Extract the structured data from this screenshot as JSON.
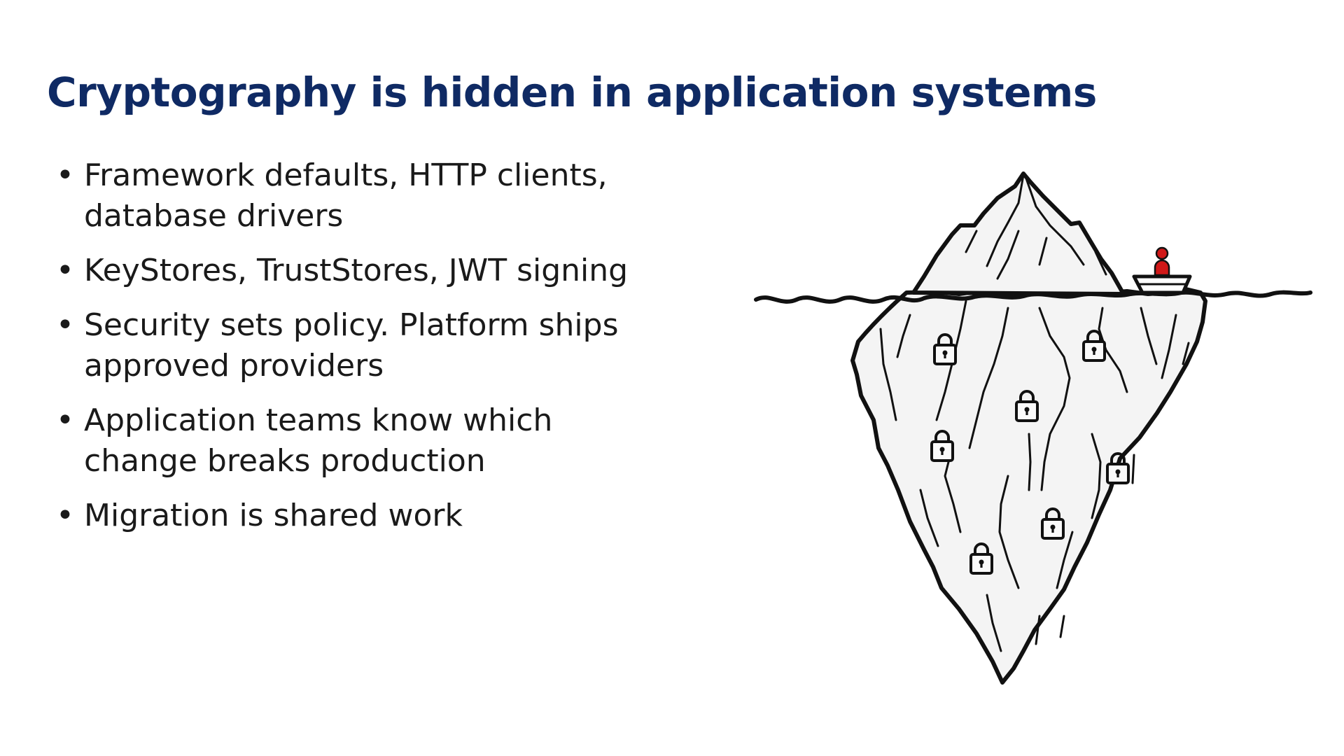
{
  "slide": {
    "title": "Cryptography is hidden in application systems",
    "bullets": [
      {
        "text": "Framework defaults, HTTP clients, database drivers"
      },
      {
        "text": "KeyStores, TrustStores, JWT signing"
      },
      {
        "text": "Security sets policy. Platform ships approved providers"
      },
      {
        "text": "Application teams know which change breaks production"
      },
      {
        "text": "Migration is shared work"
      }
    ],
    "bullet_glyph": "•"
  },
  "illustration": {
    "subject": "iceberg-with-padlocks",
    "colors": {
      "ink": "#111111",
      "ice": "#f4f4f4",
      "person": "#d01818"
    }
  }
}
